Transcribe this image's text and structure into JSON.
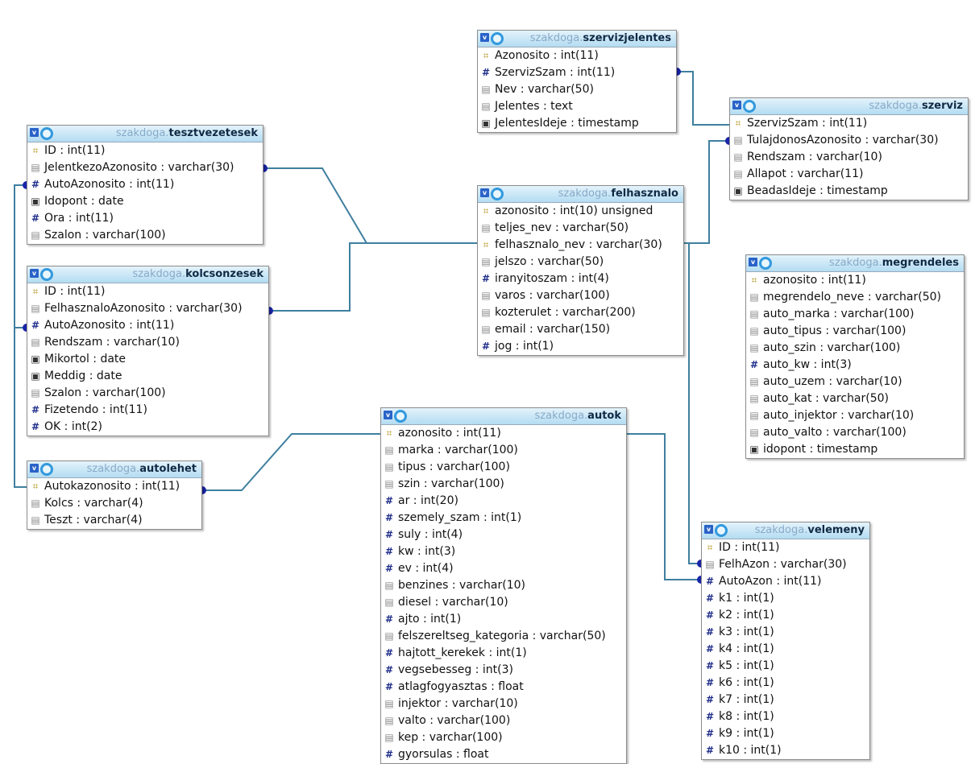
{
  "diagram": {
    "tables": [
      {
        "id": "tesztvezetesek",
        "schema": "szakdoga.",
        "name": "tesztvezetesek",
        "fields": [
          {
            "icon": "key",
            "text": "ID : int(11)"
          },
          {
            "icon": "field",
            "text": "JelentkezoAzonosito : varchar(30)"
          },
          {
            "icon": "hash",
            "text": "AutoAzonosito : int(11)"
          },
          {
            "icon": "time",
            "text": "Idopont : date"
          },
          {
            "icon": "hash",
            "text": "Ora : int(11)"
          },
          {
            "icon": "field",
            "text": "Szalon : varchar(100)"
          }
        ]
      },
      {
        "id": "kolcsonzesek",
        "schema": "szakdoga.",
        "name": "kolcsonzesek",
        "fields": [
          {
            "icon": "key",
            "text": "ID : int(11)"
          },
          {
            "icon": "field",
            "text": "FelhasznaloAzonosito : varchar(30)"
          },
          {
            "icon": "hash",
            "text": "AutoAzonosito : int(11)"
          },
          {
            "icon": "field",
            "text": "Rendszam : varchar(10)"
          },
          {
            "icon": "time",
            "text": "Mikortol : date"
          },
          {
            "icon": "time",
            "text": "Meddig : date"
          },
          {
            "icon": "field",
            "text": "Szalon : varchar(100)"
          },
          {
            "icon": "hash",
            "text": "Fizetendo : int(11)"
          },
          {
            "icon": "hash",
            "text": "OK : int(2)"
          }
        ]
      },
      {
        "id": "autolehet",
        "schema": "szakdoga.",
        "name": "autolehet",
        "fields": [
          {
            "icon": "key",
            "text": "Autokazonosito : int(11)"
          },
          {
            "icon": "field",
            "text": "Kolcs : varchar(4)"
          },
          {
            "icon": "field",
            "text": "Teszt : varchar(4)"
          }
        ]
      },
      {
        "id": "szervizjelentes",
        "schema": "szakdoga.",
        "name": "szervizjelentes",
        "fields": [
          {
            "icon": "key",
            "text": "Azonosito : int(11)"
          },
          {
            "icon": "hash",
            "text": "SzervizSzam : int(11)"
          },
          {
            "icon": "field",
            "text": "Nev : varchar(50)"
          },
          {
            "icon": "field",
            "text": "Jelentes : text"
          },
          {
            "icon": "time",
            "text": "JelentesIdeje : timestamp"
          }
        ]
      },
      {
        "id": "felhasznalo",
        "schema": "szakdoga.",
        "name": "felhasznalo",
        "fields": [
          {
            "icon": "key",
            "text": "azonosito : int(10) unsigned"
          },
          {
            "icon": "field",
            "text": "teljes_nev : varchar(50)"
          },
          {
            "icon": "key",
            "text": "felhasznalo_nev : varchar(30)"
          },
          {
            "icon": "field",
            "text": "jelszo : varchar(50)"
          },
          {
            "icon": "hash",
            "text": "iranyitoszam : int(4)"
          },
          {
            "icon": "field",
            "text": "varos : varchar(100)"
          },
          {
            "icon": "field",
            "text": "kozterulet : varchar(200)"
          },
          {
            "icon": "field",
            "text": "email : varchar(150)"
          },
          {
            "icon": "hash",
            "text": "jog : int(1)"
          }
        ]
      },
      {
        "id": "szerviz",
        "schema": "szakdoga.",
        "name": "szerviz",
        "fields": [
          {
            "icon": "key",
            "text": "SzervizSzam : int(11)"
          },
          {
            "icon": "field",
            "text": "TulajdonosAzonosito : varchar(30)"
          },
          {
            "icon": "field",
            "text": "Rendszam : varchar(10)"
          },
          {
            "icon": "field",
            "text": "Allapot : varchar(11)"
          },
          {
            "icon": "time",
            "text": "BeadasIdeje : timestamp"
          }
        ]
      },
      {
        "id": "megrendeles",
        "schema": "szakdoga.",
        "name": "megrendeles",
        "fields": [
          {
            "icon": "key",
            "text": "azonosito : int(11)"
          },
          {
            "icon": "field",
            "text": "megrendelo_neve : varchar(50)"
          },
          {
            "icon": "field",
            "text": "auto_marka : varchar(100)"
          },
          {
            "icon": "field",
            "text": "auto_tipus : varchar(100)"
          },
          {
            "icon": "field",
            "text": "auto_szin : varchar(100)"
          },
          {
            "icon": "hash",
            "text": "auto_kw : int(3)"
          },
          {
            "icon": "field",
            "text": "auto_uzem : varchar(10)"
          },
          {
            "icon": "field",
            "text": "auto_kat : varchar(50)"
          },
          {
            "icon": "field",
            "text": "auto_injektor : varchar(10)"
          },
          {
            "icon": "field",
            "text": "auto_valto : varchar(100)"
          },
          {
            "icon": "time",
            "text": "idopont : timestamp"
          }
        ]
      },
      {
        "id": "autok",
        "schema": "szakdoga.",
        "name": "autok",
        "fields": [
          {
            "icon": "key",
            "text": "azonosito : int(11)"
          },
          {
            "icon": "field",
            "text": "marka : varchar(100)"
          },
          {
            "icon": "field",
            "text": "tipus : varchar(100)"
          },
          {
            "icon": "field",
            "text": "szin : varchar(100)"
          },
          {
            "icon": "hash",
            "text": "ar : int(20)"
          },
          {
            "icon": "hash",
            "text": "szemely_szam : int(1)"
          },
          {
            "icon": "hash",
            "text": "suly : int(4)"
          },
          {
            "icon": "hash",
            "text": "kw : int(3)"
          },
          {
            "icon": "hash",
            "text": "ev : int(4)"
          },
          {
            "icon": "field",
            "text": "benzines : varchar(10)"
          },
          {
            "icon": "field",
            "text": "diesel : varchar(10)"
          },
          {
            "icon": "hash",
            "text": "ajto : int(1)"
          },
          {
            "icon": "field",
            "text": "felszereltseg_kategoria : varchar(50)"
          },
          {
            "icon": "hash",
            "text": "hajtott_kerekek : int(1)"
          },
          {
            "icon": "hash",
            "text": "vegsebesseg : int(3)"
          },
          {
            "icon": "hash",
            "text": "atlagfogyasztas : float"
          },
          {
            "icon": "field",
            "text": "injektor : varchar(10)"
          },
          {
            "icon": "field",
            "text": "valto : varchar(100)"
          },
          {
            "icon": "field",
            "text": "kep : varchar(100)"
          },
          {
            "icon": "hash",
            "text": "gyorsulas : float"
          }
        ]
      },
      {
        "id": "velemeny",
        "schema": "szakdoga.",
        "name": "velemeny",
        "fields": [
          {
            "icon": "key",
            "text": "ID : int(11)"
          },
          {
            "icon": "field",
            "text": "FelhAzon : varchar(30)"
          },
          {
            "icon": "hash",
            "text": "AutoAzon : int(11)"
          },
          {
            "icon": "hash",
            "text": "k1 : int(1)"
          },
          {
            "icon": "hash",
            "text": "k2 : int(1)"
          },
          {
            "icon": "hash",
            "text": "k3 : int(1)"
          },
          {
            "icon": "hash",
            "text": "k4 : int(1)"
          },
          {
            "icon": "hash",
            "text": "k5 : int(1)"
          },
          {
            "icon": "hash",
            "text": "k6 : int(1)"
          },
          {
            "icon": "hash",
            "text": "k7 : int(1)"
          },
          {
            "icon": "hash",
            "text": "k8 : int(1)"
          },
          {
            "icon": "hash",
            "text": "k9 : int(1)"
          },
          {
            "icon": "hash",
            "text": "k10 : int(1)"
          }
        ]
      }
    ],
    "relations": [
      {
        "from": "tesztvezetesek",
        "field_from": "JelentkezoAzonosito",
        "to": "felhasznalo",
        "field_to": "felhasznalo_nev"
      },
      {
        "from": "kolcsonzesek",
        "field_from": "FelhasznaloAzonosito",
        "to": "felhasznalo",
        "field_to": "felhasznalo_nev"
      },
      {
        "from": "tesztvezetesek",
        "field_from": "AutoAzonosito",
        "to": "autolehet",
        "field_to": "Autokazonosito"
      },
      {
        "from": "kolcsonzesek",
        "field_from": "AutoAzonosito",
        "to": "autolehet",
        "field_to": "Autokazonosito"
      },
      {
        "from": "autolehet",
        "field_from": "Autokazonosito",
        "to": "autok",
        "field_to": "azonosito"
      },
      {
        "from": "szervizjelentes",
        "field_from": "SzervizSzam",
        "to": "szerviz",
        "field_to": "SzervizSzam"
      },
      {
        "from": "szerviz",
        "field_from": "TulajdonosAzonosito",
        "to": "felhasznalo",
        "field_to": "felhasznalo_nev"
      },
      {
        "from": "velemeny",
        "field_from": "FelhAzon",
        "to": "felhasznalo",
        "field_to": "felhasznalo_nev"
      },
      {
        "from": "velemeny",
        "field_from": "AutoAzon",
        "to": "autok",
        "field_to": "azonosito"
      }
    ],
    "colors": {
      "line": "#3f7f9f",
      "connector": "#1a24a8",
      "header_top": "#e4f3fb",
      "header_bottom": "#b3dcf2",
      "schema_text": "#88aac8"
    }
  }
}
